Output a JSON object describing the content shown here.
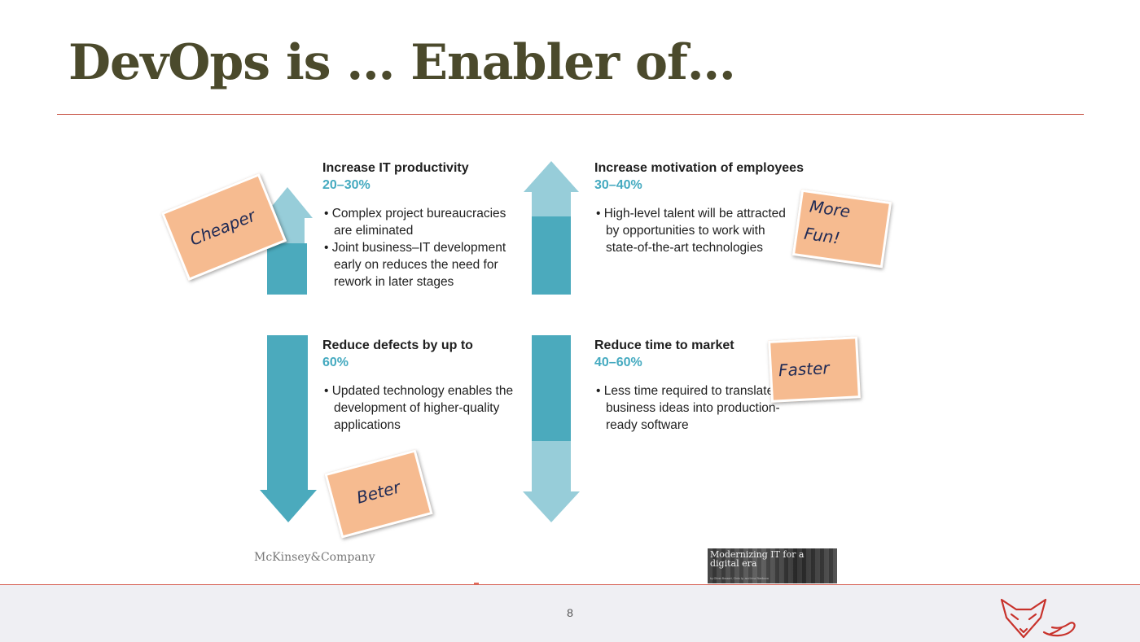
{
  "slide": {
    "title": "DevOps is … Enabler of…",
    "page_number": "8"
  },
  "quadrants": [
    {
      "heading": "Increase IT productivity",
      "percent": "20–30%",
      "bullets": [
        "• Complex project bureaucracies are eliminated",
        "• Joint business–IT development early on reduces the need for rework in later stages"
      ]
    },
    {
      "heading": "Increase motivation of employees",
      "percent": "30–40%",
      "bullets": [
        "• High-level talent will be attracted by opportunities to work with state-of-the-art technologies"
      ]
    },
    {
      "heading": "Reduce defects by up to",
      "percent": "60%",
      "bullets": [
        "• Updated technology enables the development of higher-quality applications"
      ]
    },
    {
      "heading": "Reduce time to market",
      "percent": "40–60%",
      "bullets": [
        "• Less time required to translate business ideas into production-ready software"
      ]
    }
  ],
  "sticky_notes": {
    "cheaper": "Cheaper",
    "more_fun_line1": "More",
    "more_fun_line2": "Fun!",
    "faster": "Faster",
    "beter": "Beter"
  },
  "source": {
    "logo_text": "McKinsey&Company",
    "report_title": "Modernizing IT for a digital era",
    "report_byline": "by Oliver Bossert, Chris Ip, and Irina Starikova"
  },
  "colors": {
    "title": "#4b4a2c",
    "rule": "#c44b3b",
    "accent_dark": "#4baabd",
    "accent_light": "#97cdd9",
    "note": "#f6bb90"
  }
}
